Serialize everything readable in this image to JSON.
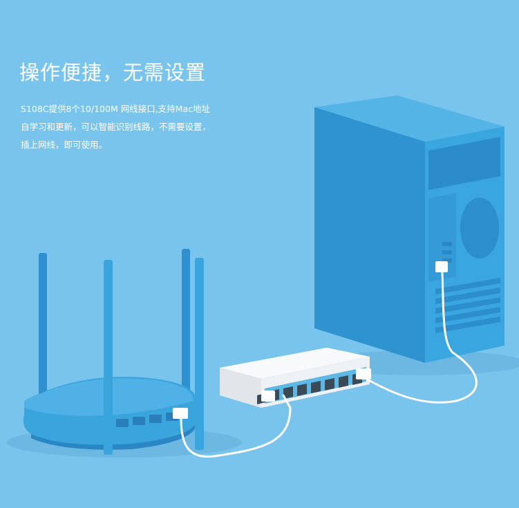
{
  "headline": "操作便捷，无需设置",
  "description": {
    "line1": "S108C提供8个10/100M 网线接口,支持Mac地址",
    "line2": "自学习和更新，可以智能识别线路，不需要设置，",
    "line3": "插上网线，即可使用。"
  },
  "colors": {
    "background": "#78c4ec",
    "device_blue": "#3aa4dd",
    "device_dark": "#2e8fcb",
    "switch_white": "#f4f6f7",
    "port_dark": "#3a4a56",
    "cable": "#ffffff"
  },
  "illustration": {
    "items": [
      "router-icon",
      "switch-icon",
      "desktop-computer-icon",
      "network-cable-icon"
    ],
    "switch_port_count": 8
  }
}
